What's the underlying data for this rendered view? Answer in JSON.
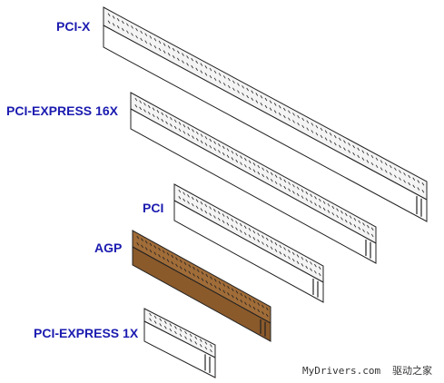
{
  "labels": {
    "pcix": "PCI-X",
    "pcie16": "PCI-EXPRESS 16X",
    "pci": "PCI",
    "agp": "AGP",
    "pcie1": "PCI-EXPRESS 1X"
  },
  "watermark": {
    "site": "MyDrivers.com",
    "chinese": "驱动之家"
  },
  "colors": {
    "label": "#1b1bb0",
    "slot_fill": "#ffffff",
    "slot_top": "#f4f4f4",
    "slot_stroke": "#222222",
    "agp_fill": "#8b5a2b",
    "agp_top": "#a06c38"
  }
}
